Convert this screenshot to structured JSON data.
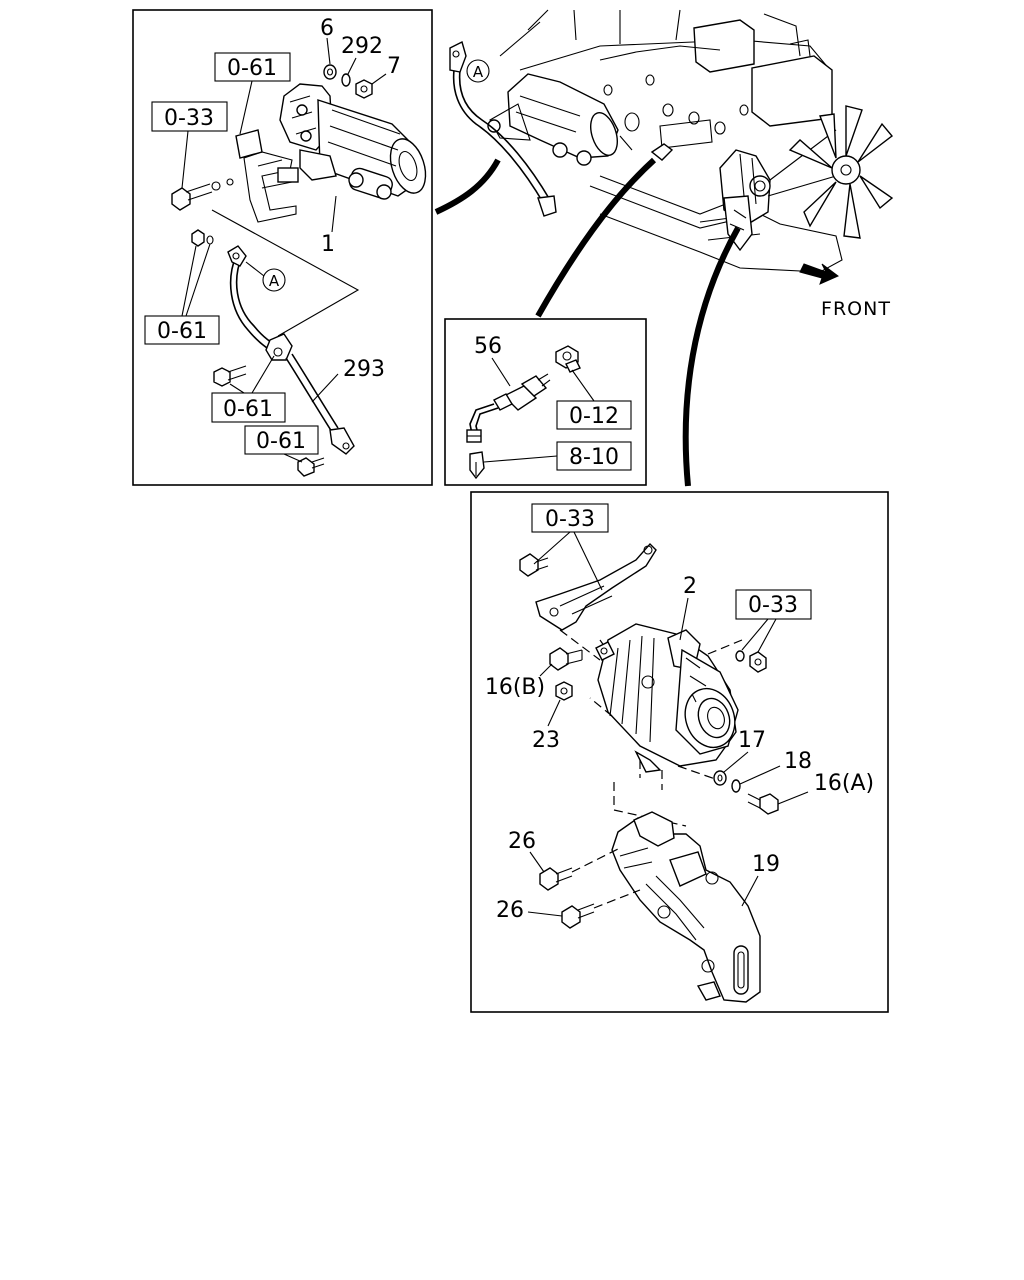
{
  "callouts": {
    "p6": "6",
    "p292": "292",
    "p7": "7",
    "p1": "1",
    "p293": "293",
    "p56": "56",
    "p2": "2",
    "p16b": "16(B)",
    "p23": "23",
    "p17": "17",
    "p18": "18",
    "p16a": "16(A)",
    "p26a": "26",
    "p26b": "26",
    "p19": "19"
  },
  "refs": {
    "r061_top": "0-61",
    "r033_left": "0-33",
    "r061_mid": "0-61",
    "r061_b1": "0-61",
    "r061_b2": "0-61",
    "r012": "0-12",
    "r810": "8-10",
    "r033_alt_top": "0-33",
    "r033_alt_right": "0-33"
  },
  "markers": {
    "a_starter_panel": "A",
    "a_engine_view": "A"
  },
  "direction": {
    "front": "FRONT"
  },
  "icons": {
    "front_arrow": "arrow-right-icon"
  }
}
